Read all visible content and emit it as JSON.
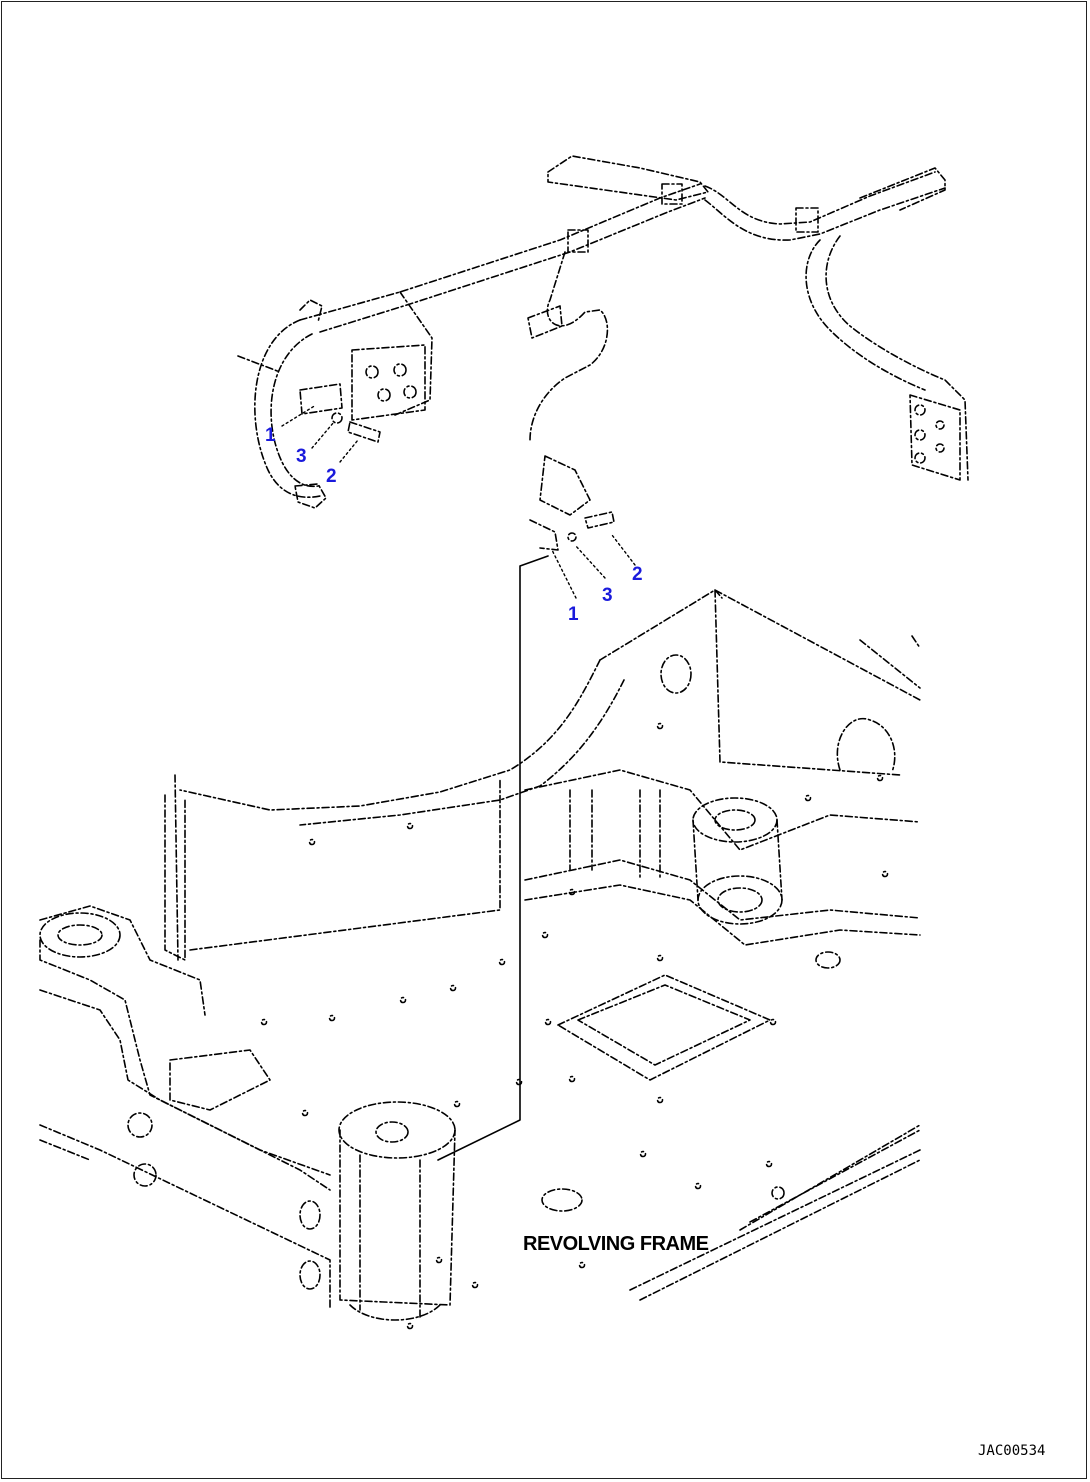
{
  "drawing": {
    "frame_label": "REVOLVING FRAME",
    "drawing_code": "JAC00534"
  },
  "callouts": {
    "upper": {
      "c1": "1",
      "c3": "3",
      "c2": "2"
    },
    "lower": {
      "c1": "1",
      "c3": "3",
      "c2": "2"
    }
  },
  "colors": {
    "callout": "#1a1adc",
    "line": "#000000"
  }
}
